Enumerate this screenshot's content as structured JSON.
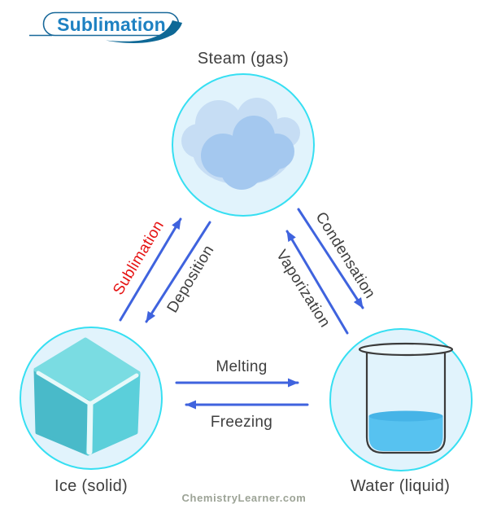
{
  "header": {
    "title": "Sublimation"
  },
  "nodes": {
    "steam": {
      "label": "Steam (gas)"
    },
    "ice": {
      "label": "Ice (solid)"
    },
    "water": {
      "label": "Water (liquid)"
    }
  },
  "transitions": {
    "sublimation": {
      "label": "Sublimation",
      "from": "ice",
      "to": "steam"
    },
    "deposition": {
      "label": "Deposition",
      "from": "steam",
      "to": "ice"
    },
    "vaporization": {
      "label": "Vaporization",
      "from": "water",
      "to": "steam"
    },
    "condensation": {
      "label": "Condensation",
      "from": "steam",
      "to": "water"
    },
    "melting": {
      "label": "Melting",
      "from": "ice",
      "to": "water"
    },
    "freezing": {
      "label": "Freezing",
      "from": "water",
      "to": "ice"
    }
  },
  "footer": {
    "watermark": "ChemistryLearner.com"
  },
  "colors": {
    "arrow_blue": "#3f63de",
    "sublimation_red": "#e51212",
    "label_gray": "#3f3f3f",
    "circle_stroke_cyan": "#36dff2",
    "circle_fill": "#e1f3fc",
    "title_blue": "#1e81c2",
    "badge_outline": "#19699a",
    "badge_swoosh": "#0e6896",
    "cloud_back": "#c6ddf4",
    "cloud_front": "#a4c8ef",
    "ice_top": "#7adce2",
    "ice_left": "#49bac9",
    "ice_right": "#5bcfda",
    "water_fill": "#57c2f0",
    "water_surface": "#46b4e7",
    "beaker_stroke": "#3b3b3b",
    "watermark_gray": "#9ca396"
  }
}
